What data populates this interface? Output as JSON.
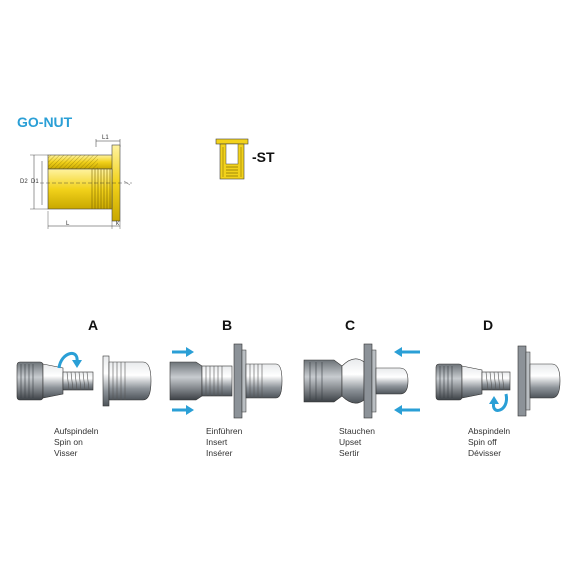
{
  "product": {
    "title": "GO-NUT",
    "variant_label": "-ST"
  },
  "dimensions": {
    "l1": "L1",
    "d2": "D2",
    "d1": "D1",
    "l": "L",
    "k": "k"
  },
  "steps": [
    {
      "letter": "A",
      "lines": [
        "Aufspindeln",
        "Spin on",
        "Visser"
      ]
    },
    {
      "letter": "B",
      "lines": [
        "Einführen",
        "Insert",
        "Insérer"
      ]
    },
    {
      "letter": "C",
      "lines": [
        "Stauchen",
        "Upset",
        "Sertir"
      ]
    },
    {
      "letter": "D",
      "lines": [
        "Abspindeln",
        "Spin off",
        "Dévisser"
      ]
    }
  ],
  "colors": {
    "accent": "#2a9fd6",
    "brass": "#f2d21b",
    "steel": "#9aa0a6"
  }
}
